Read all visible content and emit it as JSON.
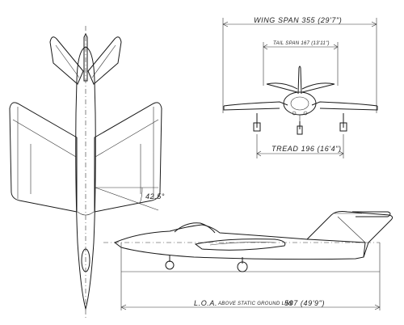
{
  "dimensions": {
    "wing_span": "WING SPAN 355 (29'7\")",
    "tail_span": "TAIL SPAN 167 (13'11\")",
    "tread": "TREAD 196 (16'4\")",
    "sweep_angle": "42.5°",
    "loa_prefix": "L.O.A.",
    "loa_above": "ABOVE",
    "loa_ground": "STATIC GROUND LINE",
    "loa_value": "597 (49'9\")"
  }
}
